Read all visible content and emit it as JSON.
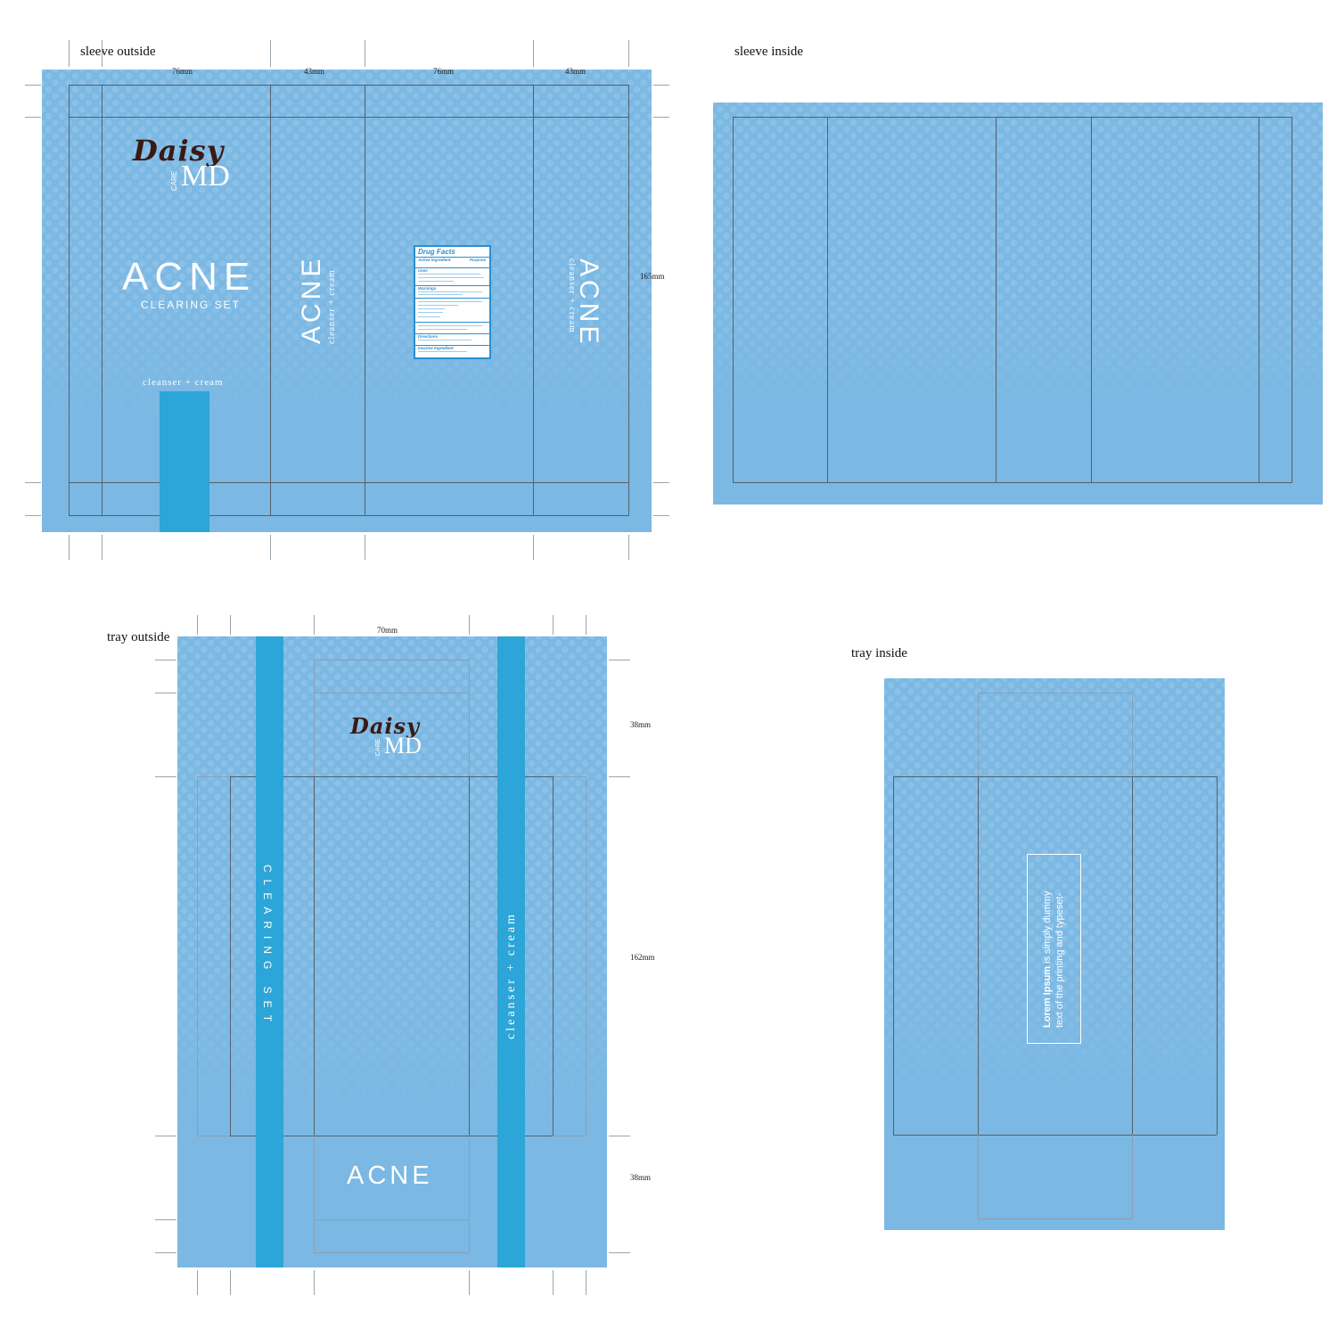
{
  "labels": {
    "sleeve_outside": "sleeve outside",
    "sleeve_inside": "sleeve inside",
    "tray_outside": "tray outside",
    "tray_inside": "tray inside"
  },
  "dimensions": {
    "d1": "76mm",
    "d2": "43mm",
    "d3": "76mm",
    "d4": "43mm",
    "sleeve_height": "165mm",
    "tray_width": "70mm",
    "tray_top": "38mm",
    "tray_middle": "162mm",
    "tray_bottom": "38mm"
  },
  "brand": {
    "script": "Daisy",
    "care": "CARE",
    "md": "MD"
  },
  "product": {
    "name": "ACNE",
    "subtitle": "CLEARING SET",
    "tagline": "cleanser + cream"
  },
  "drug_facts": {
    "title": "Drug Facts",
    "active_ingredient": "Active Ingredient",
    "purpose": "Purpose",
    "uses": "Uses",
    "warnings": "Warnings",
    "directions": "Directions",
    "inactive": "Inactive Ingredient"
  },
  "tray_inside_text": {
    "line1_bold": "Lorem Ipsum",
    "line1_rest": " is simply dummy",
    "line2": "text of the printing and typeset-"
  },
  "colors": {
    "panel": "#7bb8e3",
    "strip": "#2ca5d8",
    "logo_script": "#3a1a14",
    "drug_facts": "#2a8fd0"
  }
}
